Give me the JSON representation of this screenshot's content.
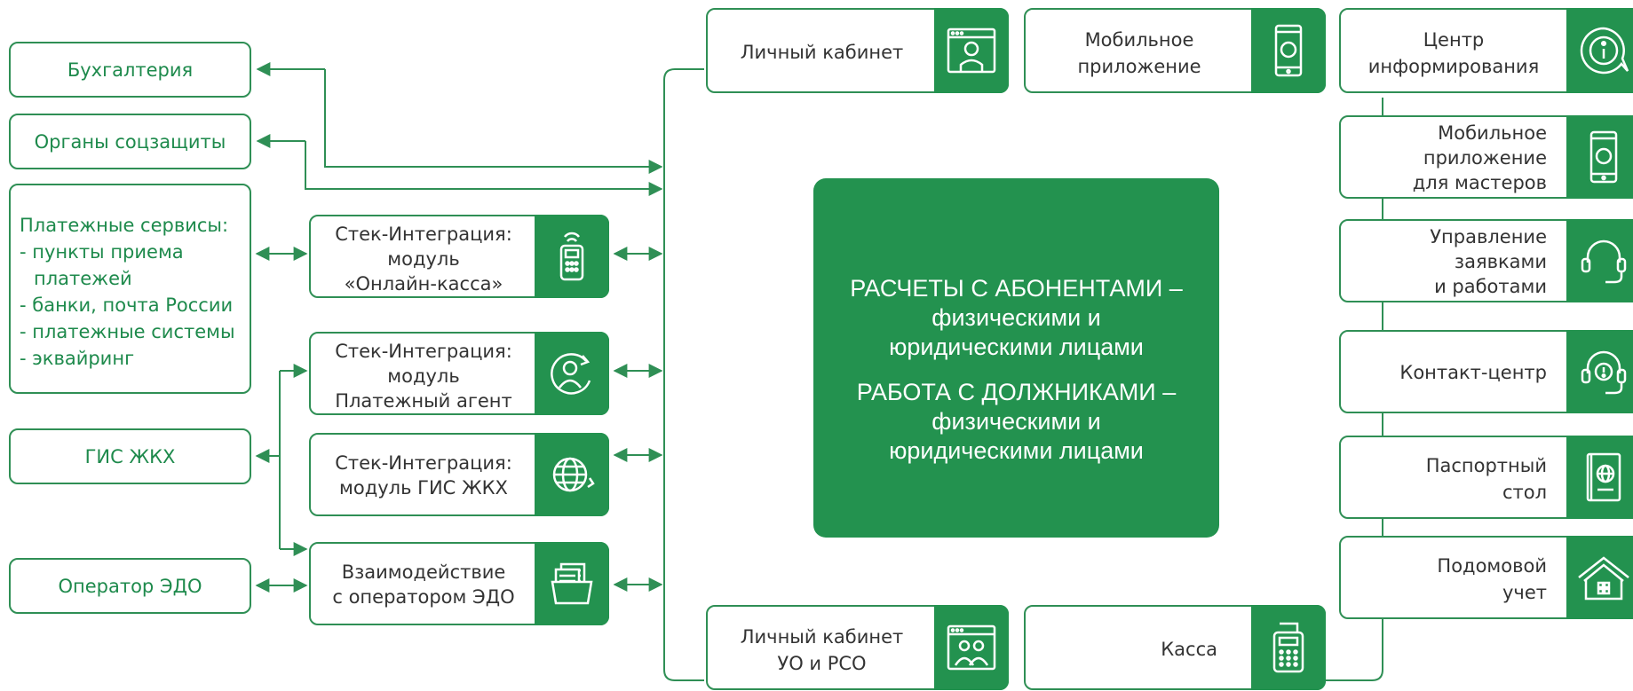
{
  "colors": {
    "green": "#23924f",
    "line": "#2f8f55",
    "text_green": "#1e8a4c"
  },
  "left": {
    "accounting": "Бухгалтерия",
    "social": "Органы соцзащиты",
    "payments": {
      "title": "Платежные сервисы:",
      "items": [
        "- пункты приема",
        "платежей",
        "- банки, почта России",
        "- платежные системы",
        "- эквайринг"
      ]
    },
    "gis": "ГИС ЖКХ",
    "edo": "Оператор ЭДО"
  },
  "modules": {
    "online_kassa": [
      "Стек-Интеграция:",
      "модуль",
      "«Онлайн-касса»"
    ],
    "pay_agent": [
      "Стек-Интеграция:",
      "модуль",
      "Платежный агент"
    ],
    "gis_module": [
      "Стек-Интеграция:",
      "модуль ГИС ЖКХ"
    ],
    "edo_module": [
      "Взаимодействие",
      "с оператором ЭДО"
    ]
  },
  "center": {
    "line1": "РАСЧЕТЫ С АБОНЕНТАМИ –",
    "line2": "физическими и",
    "line3": "юридическими лицами",
    "line4": "РАБОТА С ДОЛЖНИКАМИ –",
    "line5": "физическими и",
    "line6": "юридическими лицами"
  },
  "top": {
    "cabinet": "Личный кабинет",
    "mobile": [
      "Мобильное",
      "приложение"
    ]
  },
  "bottom": {
    "cabinet_uo": [
      "Личный кабинет",
      "УО и РСО"
    ],
    "kassa": "Касса"
  },
  "right": {
    "info_center": [
      "Центр",
      "информирования"
    ],
    "mobile_masters": [
      "Мобильное",
      "приложение",
      "для мастеров"
    ],
    "requests": [
      "Управление",
      "заявками",
      "и работами"
    ],
    "contact": "Контакт-центр",
    "passport": [
      "Паспортный",
      "стол"
    ],
    "house": [
      "Подомовой",
      "учет"
    ]
  },
  "icons": [
    "browser-person-icon",
    "mobile-phone-icon",
    "info-chat-icon",
    "mobile-masters-icon",
    "headset-icon",
    "contact-headset-icon",
    "passport-icon",
    "house-icon",
    "pos-terminal-icon",
    "person-refresh-icon",
    "globe-refresh-icon",
    "documents-folder-icon",
    "browser-people-icon",
    "cash-register-icon"
  ]
}
